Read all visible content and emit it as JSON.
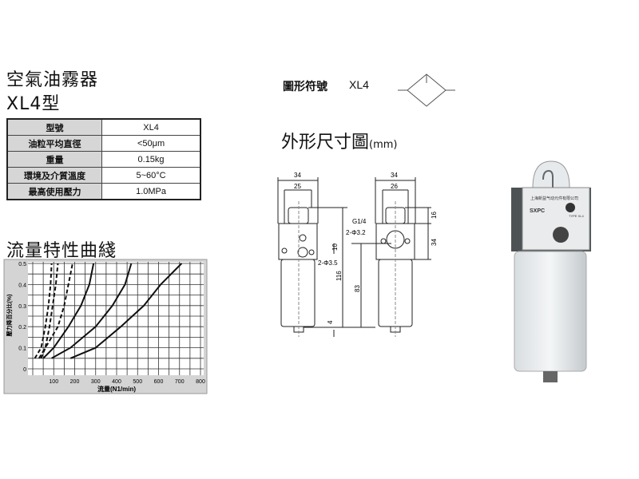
{
  "title": {
    "line1": "空氣油霧器",
    "line2": "XL4型"
  },
  "spec_table": {
    "rows": [
      {
        "label": "型號",
        "value": "XL4"
      },
      {
        "label": "油粒平均直徑",
        "value": "<50μm"
      },
      {
        "label": "重量",
        "value": "0.15kg"
      },
      {
        "label": "環境及介質溫度",
        "value": "5~60°C"
      },
      {
        "label": "最高使用壓力",
        "value": "1.0MPa"
      }
    ]
  },
  "symbol": {
    "label": "圖形符號",
    "model": "XL4"
  },
  "dimensions": {
    "title": "外形尺寸圖",
    "unit": "(mm)",
    "left": {
      "width_outer": "34",
      "width_inner": "25",
      "height_offset": "10",
      "holes": "2-Φ3.5",
      "total_height": "116",
      "bottom": "4"
    },
    "right": {
      "width_outer": "34",
      "width_inner": "26",
      "thread": "G1/4",
      "holes": "2-Φ3.2",
      "top": "16",
      "block": "34",
      "port_height": "83"
    }
  },
  "photo": {
    "brand": "SXPC",
    "maker": "上海新益气动元件有限公司",
    "type": "TYPE XL4"
  },
  "chart_data": {
    "type": "line",
    "title": "流量特性曲綫",
    "xlabel": "流量(N1/min)",
    "ylabel": "壓力降百分比(%)",
    "xlim": [
      0,
      800
    ],
    "ylim": [
      0,
      0.5
    ],
    "xticks": [
      "100",
      "200",
      "300",
      "400",
      "500",
      "600",
      "700",
      "800"
    ],
    "yticks": [
      "0",
      "0.1",
      "0.2",
      "0.3",
      "0.4",
      "0.5"
    ],
    "grid": true,
    "series": [
      {
        "name": "dashed-1",
        "style": "dashed",
        "x": [
          10,
          40,
          60,
          75,
          85,
          90
        ],
        "y": [
          0.05,
          0.1,
          0.2,
          0.3,
          0.4,
          0.5
        ]
      },
      {
        "name": "dashed-2",
        "style": "dashed",
        "x": [
          30,
          60,
          80,
          95,
          110,
          120
        ],
        "y": [
          0.05,
          0.1,
          0.2,
          0.3,
          0.4,
          0.5
        ]
      },
      {
        "name": "dashed-3",
        "style": "dashed",
        "x": [
          40,
          60,
          120,
          150,
          170,
          190
        ],
        "y": [
          0.05,
          0.1,
          0.2,
          0.3,
          0.4,
          0.5
        ]
      },
      {
        "name": "solid-1",
        "style": "solid",
        "x": [
          50,
          100,
          170,
          230,
          270,
          290
        ],
        "y": [
          0.05,
          0.1,
          0.2,
          0.3,
          0.4,
          0.5
        ]
      },
      {
        "name": "solid-2",
        "style": "solid",
        "x": [
          90,
          180,
          300,
          380,
          440,
          470
        ],
        "y": [
          0.05,
          0.1,
          0.2,
          0.3,
          0.4,
          0.5
        ]
      },
      {
        "name": "solid-3",
        "style": "solid",
        "x": [
          180,
          300,
          420,
          530,
          610,
          710
        ],
        "y": [
          0.05,
          0.1,
          0.2,
          0.3,
          0.4,
          0.5
        ]
      }
    ]
  }
}
